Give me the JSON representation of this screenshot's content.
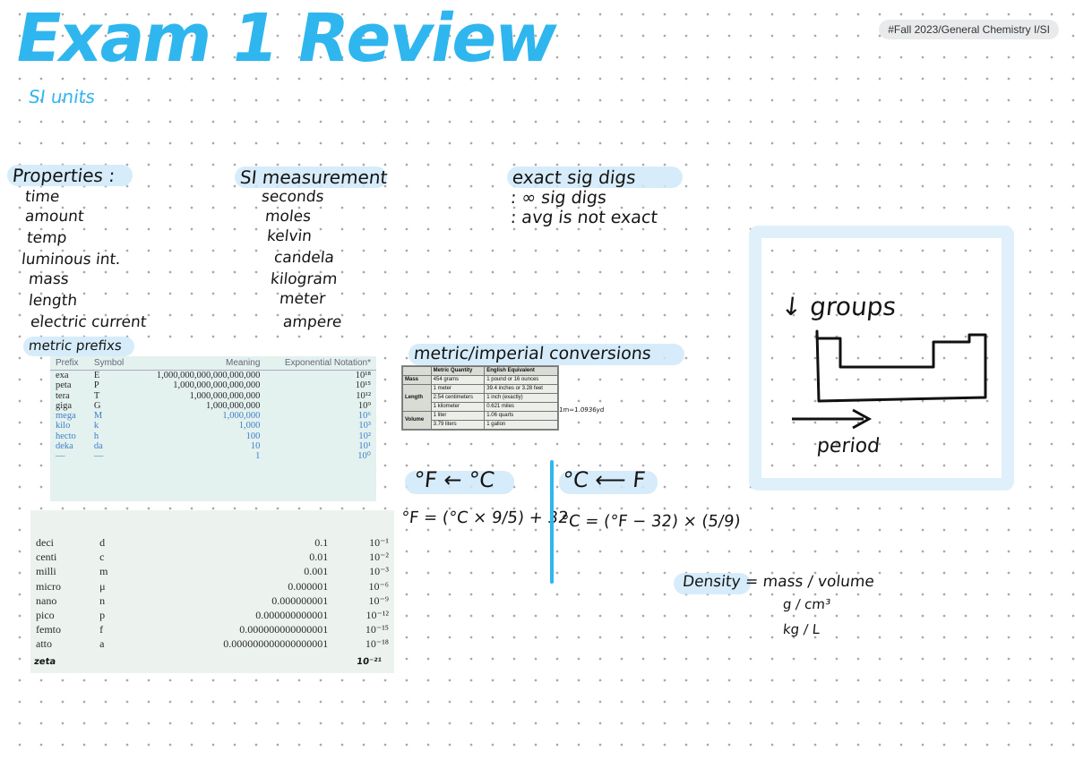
{
  "header": {
    "title": "Exam 1 Review",
    "subtitle": "SI units",
    "tag": "#Fall 2023/General Chemistry I/SI"
  },
  "properties": {
    "heading": "Properties :",
    "items": [
      "time",
      "amount",
      "temp",
      "luminous int.",
      "mass",
      "length",
      "electric current"
    ]
  },
  "si_measurement": {
    "heading": "SI measurement",
    "items": [
      "seconds",
      "moles",
      "kelvin",
      "candela",
      "kilogram",
      "meter",
      "ampere"
    ]
  },
  "exact": {
    "heading": "exact sig digs",
    "line1": ": ∞ sig digs",
    "line2": ": avg is not exact"
  },
  "metric_prefixes": {
    "heading": "metric prefixs",
    "columns": [
      "Prefix",
      "Symbol",
      "Meaning",
      "Exponential Notation*"
    ],
    "large": [
      {
        "prefix": "exa",
        "symbol": "E",
        "meaning": "1,000,000,000,000,000,000",
        "exp": "10¹⁸"
      },
      {
        "prefix": "peta",
        "symbol": "P",
        "meaning": "1,000,000,000,000,000",
        "exp": "10¹⁵"
      },
      {
        "prefix": "tera",
        "symbol": "T",
        "meaning": "1,000,000,000,000",
        "exp": "10¹²"
      },
      {
        "prefix": "giga",
        "symbol": "G",
        "meaning": "1,000,000,000",
        "exp": "10⁹"
      },
      {
        "prefix": "mega",
        "symbol": "M",
        "meaning": "1,000,000",
        "exp": "10⁶"
      },
      {
        "prefix": "kilo",
        "symbol": "k",
        "meaning": "1,000",
        "exp": "10³"
      },
      {
        "prefix": "hecto",
        "symbol": "h",
        "meaning": "100",
        "exp": "10²"
      },
      {
        "prefix": "deka",
        "symbol": "da",
        "meaning": "10",
        "exp": "10¹"
      },
      {
        "prefix": "—",
        "symbol": "—",
        "meaning": "1",
        "exp": "10⁰"
      }
    ],
    "small": [
      {
        "prefix": "deci",
        "symbol": "d",
        "meaning": "0.1",
        "exp": "10⁻¹"
      },
      {
        "prefix": "centi",
        "symbol": "c",
        "meaning": "0.01",
        "exp": "10⁻²"
      },
      {
        "prefix": "milli",
        "symbol": "m",
        "meaning": "0.001",
        "exp": "10⁻³"
      },
      {
        "prefix": "micro",
        "symbol": "μ",
        "meaning": "0.000001",
        "exp": "10⁻⁶"
      },
      {
        "prefix": "nano",
        "symbol": "n",
        "meaning": "0.000000001",
        "exp": "10⁻⁹"
      },
      {
        "prefix": "pico",
        "symbol": "p",
        "meaning": "0.000000000001",
        "exp": "10⁻¹²"
      },
      {
        "prefix": "femto",
        "symbol": "f",
        "meaning": "0.000000000000001",
        "exp": "10⁻¹⁵"
      },
      {
        "prefix": "atto",
        "symbol": "a",
        "meaning": "0.000000000000000001",
        "exp": "10⁻¹⁸"
      }
    ],
    "footer_left": "zeta",
    "footer_right": "10⁻²¹"
  },
  "conversions": {
    "heading": "metric/imperial conversions",
    "columns": [
      "Metric Quantity",
      "English Equivalent"
    ],
    "groups": [
      {
        "name": "Mass",
        "rows": [
          [
            "454 grams",
            "1 pound or 16 ounces"
          ]
        ]
      },
      {
        "name": "Length",
        "rows": [
          [
            "1 meter",
            "39.4 inches or 3.28 feet"
          ],
          [
            "2.54 centimeters",
            "1 inch (exactly)"
          ],
          [
            "1 kilometer",
            "0.621 miles"
          ]
        ]
      },
      {
        "name": "Volume",
        "rows": [
          [
            "1 liter",
            "1.06 quarts"
          ],
          [
            "3.79 liters",
            "1 gallon"
          ]
        ]
      }
    ],
    "side_note": "1m=1.0936yd"
  },
  "temperature": {
    "left_heading": "°F ← °C",
    "left_formula": "°F = (°C × 9/5) + 32",
    "right_heading": "°C ⟵ F",
    "right_formula": "°C = (°F − 32) × (5/9)"
  },
  "periodic": {
    "groups_label": "↓ groups",
    "period_label": "period"
  },
  "density": {
    "formula": "Density = mass / volume",
    "unit1": "g / cm³",
    "unit2": "kg / L"
  },
  "colors": {
    "accent": "#2fb6ee",
    "highlight": "#cfe9f9"
  }
}
